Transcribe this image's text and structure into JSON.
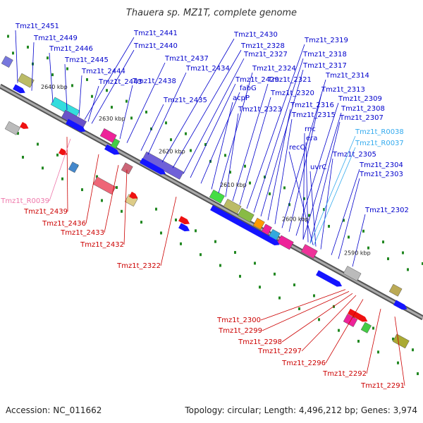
{
  "title": "Thauera sp. MZ1T, complete genome",
  "footer": {
    "accession": "Accession: NC_011662",
    "summary": "Topology: circular; Length: 4,496,212 bp; Genes: 3,974"
  },
  "colors": {
    "forward_label": "#0000cc",
    "reverse_label": "#cc0000",
    "rna_label": "#33aaee",
    "pseudo_label": "#ee77aa",
    "backbone": "#888888",
    "cds_fwd": "#1414ff",
    "cds_rev": "#ee1111",
    "orf_tick": "#228822"
  },
  "kbp_labels": [
    "2640 kbp",
    "2630 kbp",
    "2620 kbp",
    "2610 kbp",
    "2600 kbp",
    "2590 kbp"
  ],
  "forward_labels": [
    "Tmz1t_2451",
    "Tmz1t_2449",
    "Tmz1t_2446",
    "Tmz1t_2445",
    "Tmz1t_2444",
    "Tmz1t_2443",
    "Tmz1t_2441",
    "Tmz1t_2440",
    "Tmz1t_2438",
    "Tmz1t_2437",
    "Tmz1t_2435",
    "Tmz1t_2434",
    "Tmz1t_2430",
    "Tmz1t_2328",
    "Tmz1t_2327",
    "Tmz1t_2429",
    "fabG",
    "acpP",
    "Tmz1t_2324",
    "Tmz1t_2323",
    "Tmz1t_2321",
    "Tmz1t_2320",
    "Tmz1t_2319",
    "Tmz1t_2318",
    "Tmz1t_2317",
    "Tmz1t_2316",
    "Tmz1t_2315",
    "Tmz1t_2314",
    "Tmz1t_2313",
    "Tmz1t_2309",
    "Tmz1t_2308",
    "Tmz1t_2307",
    "rnc",
    "era",
    "recO",
    "uvrC",
    "Tmz1t_2305",
    "Tmz1t_2304",
    "Tmz1t_2303",
    "Tmz1t_2302"
  ],
  "rna_labels": [
    "Tmz1t_R0038",
    "Tmz1t_R0037"
  ],
  "pseudo_labels": [
    "Tmz1t_R0039"
  ],
  "reverse_labels": [
    "Tmz1t_2439",
    "Tmz1t_2436",
    "Tmz1t_2433",
    "Tmz1t_2432",
    "Tmz1t_2322",
    "Tmz1t_2300",
    "Tmz1t_2299",
    "Tmz1t_2298",
    "Tmz1t_2297",
    "Tmz1t_2296",
    "Tmz1t_2292",
    "Tmz1t_2291"
  ]
}
